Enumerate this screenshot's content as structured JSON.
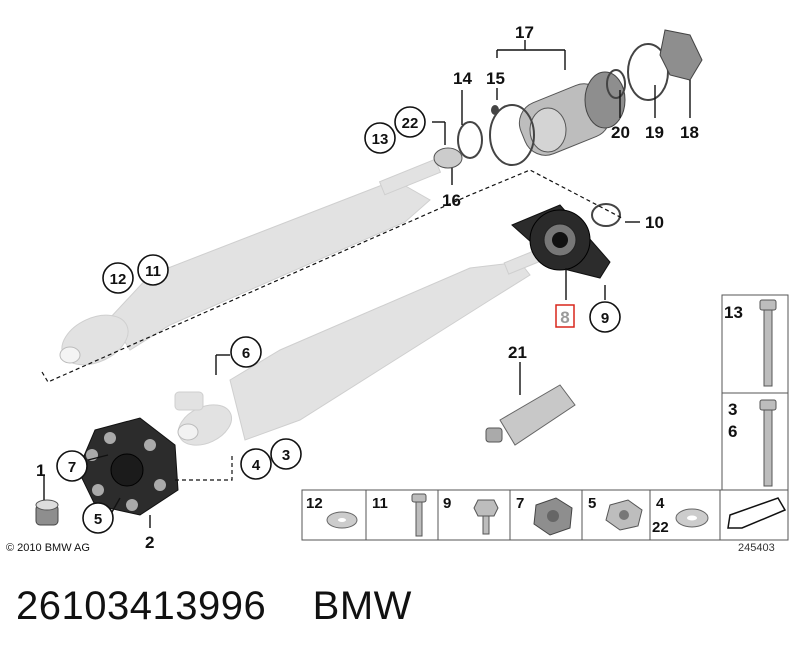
{
  "callouts": {
    "c1": "1",
    "c2": "2",
    "c3": "3",
    "c4": "4",
    "c5": "5",
    "c6": "6",
    "c7": "7",
    "c8": "8",
    "c9": "9",
    "c10": "10",
    "c11": "11",
    "c12": "12",
    "c13": "13",
    "c14": "14",
    "c15": "15",
    "c16": "16",
    "c17": "17",
    "c18": "18",
    "c19": "19",
    "c20": "20",
    "c21": "21",
    "c22": "22"
  },
  "legend_right": {
    "top": "13",
    "bottom_a": "3",
    "bottom_b": "6"
  },
  "legend_bottom": {
    "b12": "12",
    "b11": "11",
    "b9": "9",
    "b7": "7",
    "b5": "5",
    "b4": "4",
    "b22": "22"
  },
  "highlight_color": "#d9261c",
  "copyright": "© 2010 BMW AG",
  "diagram_number": "245403",
  "caption": {
    "part_number": "26103413996",
    "brand": "BMW"
  }
}
